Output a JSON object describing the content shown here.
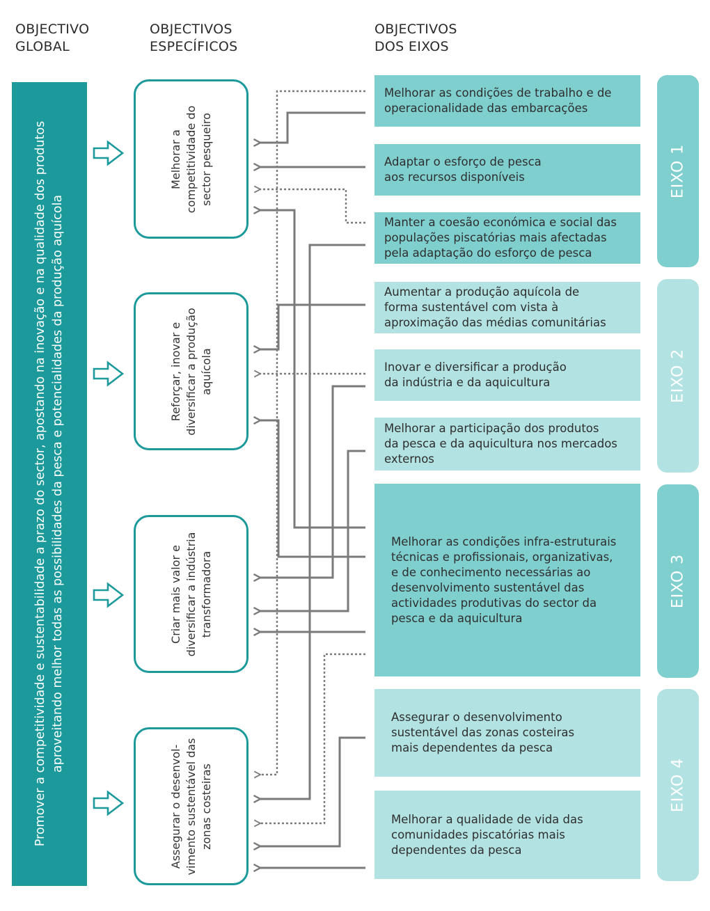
{
  "headers": {
    "global": "OBJECTIVO\nGLOBAL",
    "specific": "OBJECTIVOS\nESPECÍFICOS",
    "axes": "OBJECTIVOS\nDOS EIXOS"
  },
  "global_objective": "Promover a competitividade e sustentabilidade a prazo do sector, apostando na inovação e na qualidade dos produtos aproveitando melhor todas as possibilidades da pesca e potencialidades da produção aquícola",
  "specific_objectives": [
    "Melhorar a competitividade do sector pesqueiro",
    "Reforçar, inovar e diversificar a produção aquícola",
    "Criar mais valor e diversificar a indústria transformadora",
    "Assegurar o desenvol-vimento sustentável das zonas costeiras"
  ],
  "axis_objectives": [
    [
      "Melhorar as condições de trabalho e de",
      "operacionalidade das embarcações"
    ],
    [
      "Adaptar o esforço de pesca",
      "aos recursos disponíveis"
    ],
    [
      "Manter a coesão económica e social das",
      "populações piscatórias mais afectadas",
      "pela adaptação do esforço de pesca"
    ],
    [
      "Aumentar a produção aquícola de",
      "forma sustentável com vista à",
      "aproximação das médias comunitárias"
    ],
    [
      "Inovar e diversificar a produção",
      "da indústria e da aquicultura"
    ],
    [
      "Melhorar a participação dos produtos",
      "da pesca e da aquicultura nos mercados",
      "externos"
    ],
    [
      "Melhorar as condições infra-estruturais",
      "técnicas e profissionais, organizativas,",
      "e de conhecimento necessárias ao",
      "desenvolvimento sustentável das",
      "actividades produtivas do sector da",
      "pesca e da aquicultura"
    ],
    [
      "Assegurar o desenvolvimento",
      "sustentável das zonas costeiras",
      "mais dependentes da pesca"
    ],
    [
      "Melhorar a qualidade de vida das",
      "comunidades piscatórias mais",
      "dependentes da pesca"
    ]
  ],
  "axes": [
    "EIXO 1",
    "EIXO 2",
    "EIXO 3",
    "EIXO 4"
  ],
  "colors": {
    "teal_dark": "#1c9a9b",
    "teal_mid": "#80cfcf",
    "teal_light": "#b3e2e2",
    "arrow_gray": "#7a7a7a"
  }
}
